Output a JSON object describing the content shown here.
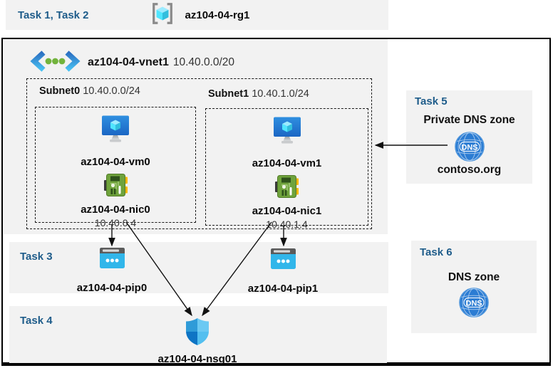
{
  "header": {
    "tasks": "Task 1, Task 2",
    "resource_group": "az104-04-rg1"
  },
  "vnet": {
    "name": "az104-04-vnet1",
    "cidr": "10.40.0.0/20"
  },
  "subnets": [
    {
      "name": "Subnet0",
      "cidr": "10.40.0.0/24",
      "vm": "az104-04-vm0",
      "nic": "az104-04-nic0",
      "nic_ip": "10.40.0.4"
    },
    {
      "name": "Subnet1",
      "cidr": "10.40.1.0/24",
      "vm": "az104-04-vm1",
      "nic": "az104-04-nic1",
      "nic_ip": "10.40.1.4"
    }
  ],
  "task3": {
    "label": "Task 3",
    "pips": [
      "az104-04-pip0",
      "az104-04-pip1"
    ]
  },
  "task4": {
    "label": "Task 4",
    "nsg": "az104-04-nsg01"
  },
  "task5": {
    "label": "Task 5",
    "title": "Private DNS zone",
    "zone_name": "contoso.org",
    "icon_text": "DNS"
  },
  "task6": {
    "label": "Task 6",
    "title": "DNS zone",
    "icon_text": "DNS"
  },
  "colors": {
    "task_heading": "#1E5C8A",
    "panel_bg": "#F2F2F2",
    "diagram_border": "#000000",
    "arrow": "#111111",
    "dns_icon": "#2B7CD3",
    "nic_green": "#6FA33C",
    "pip_cyan": "#31B6EA"
  }
}
